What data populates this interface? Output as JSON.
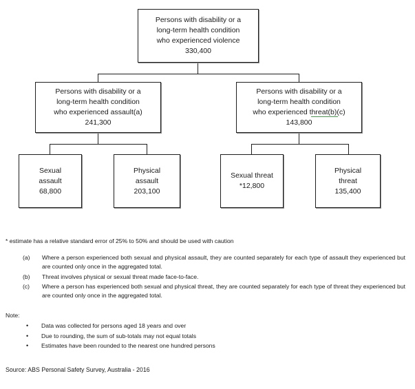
{
  "chart_data": {
    "type": "diagram",
    "title": "Persons with disability or a long-term health condition who experienced violence",
    "layout": "hierarchical flow chart, 3 levels, top-down",
    "root": {
      "lines": [
        "Persons with disability  or a",
        "long-term health condition",
        "who experienced violence"
      ],
      "value": "330,400",
      "number": 330400
    },
    "level2": [
      {
        "lines": [
          "Persons with disability  or a",
          "long-term health condition",
          "who experienced assault(a)"
        ],
        "value": "241,300",
        "number": 241300
      },
      {
        "lines": [
          "Persons with disability  or a",
          "long-term health condition",
          "who experienced threat(b)(c)"
        ],
        "value": "143,800",
        "number": 143800
      }
    ],
    "level3": [
      {
        "lines": [
          "Sexual",
          "assault"
        ],
        "value": "68,800",
        "number": 68800,
        "parent": "assault"
      },
      {
        "lines": [
          "Physical",
          "assault"
        ],
        "value": "203,100",
        "number": 203100,
        "parent": "assault"
      },
      {
        "lines": [
          "Sexual threat"
        ],
        "value": "*12,800",
        "number": 12800,
        "unreliable": true,
        "parent": "threat"
      },
      {
        "lines": [
          "Physical",
          "threat"
        ],
        "value": "135,400",
        "number": 135400,
        "parent": "threat"
      }
    ],
    "colors": {
      "box_border": "#1d1d1d",
      "box_fill": "#ffffff",
      "connector": "#1d1d1d",
      "text": "#1a1a1a",
      "squiggle": "#2f7d32"
    }
  },
  "boxes": {
    "root": {
      "line1": "Persons with disability  or a",
      "line2": "long-term health condition",
      "line3": "who experienced violence",
      "value": "330,400"
    },
    "assault": {
      "line1": "Persons with disability  or a",
      "line2": "long-term health condition",
      "line3": "who experienced assault(a)",
      "value": "241,300"
    },
    "threat": {
      "line1": "Persons with disability  or a",
      "line2": "long-term health condition",
      "line3": "who experienced threat(b)(c)",
      "value": "143,800"
    },
    "sexual_assault": {
      "line1": "Sexual",
      "line2": "assault",
      "value": "68,800"
    },
    "physical_assault": {
      "line1": "Physical",
      "line2": "assault",
      "value": "203,100"
    },
    "sexual_threat": {
      "line1": "Sexual threat",
      "line2": "",
      "value": "*12,800"
    },
    "physical_threat": {
      "line1": "Physical",
      "line2": "threat",
      "value": "135,400"
    }
  },
  "notes": {
    "estimate": "* estimate has a relative standard error of 25% to 50% and should be used with caution",
    "footnotes": [
      {
        "marker": "(a)",
        "text": "Where a person experienced both sexual and physical assault, they are counted separately for each type of assault they experienced but are counted only once in the aggregated total."
      },
      {
        "marker": "(b)",
        "text": "Threat involves physical or sexual threat made face-to-face."
      },
      {
        "marker": "(c)",
        "text": "Where a person has experienced both sexual and physical threat, they are counted separately for each type of threat they experienced but are counted only once in the aggregated total."
      }
    ],
    "note_heading": "Note:",
    "bullet_glyph": "•",
    "note_items": [
      "Data was collected for persons aged 18 years and over",
      "Due to rounding,  the sum of sub-totals may not equal totals",
      "Estimates have been rounded  to the nearest one hundred persons"
    ],
    "source": "Source: ABS Personal Safety Survey,  Australia - 2016"
  }
}
